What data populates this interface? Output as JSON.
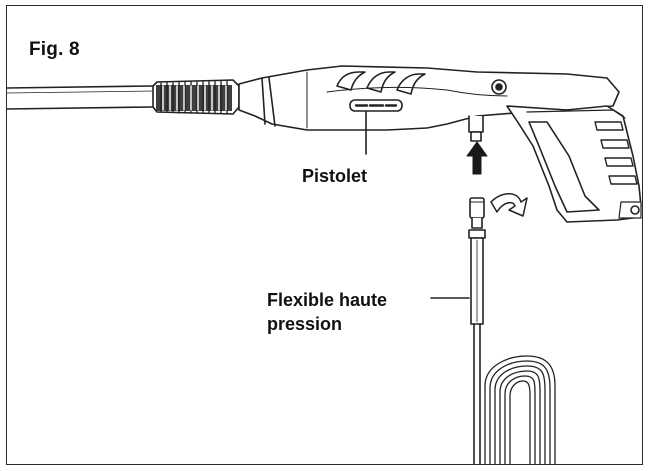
{
  "figure": {
    "title": "Fig. 8"
  },
  "labels": {
    "gun": "Pistolet",
    "hose_line1": "Flexible haute",
    "hose_line2": "pression"
  },
  "colors": {
    "line": "#222222",
    "fill_dark": "#1a1a1a",
    "fill_light": "#ffffff"
  },
  "icons": {
    "push_arrow": "arrow-up-icon",
    "twist_arrow": "rotate-arrow-icon"
  }
}
